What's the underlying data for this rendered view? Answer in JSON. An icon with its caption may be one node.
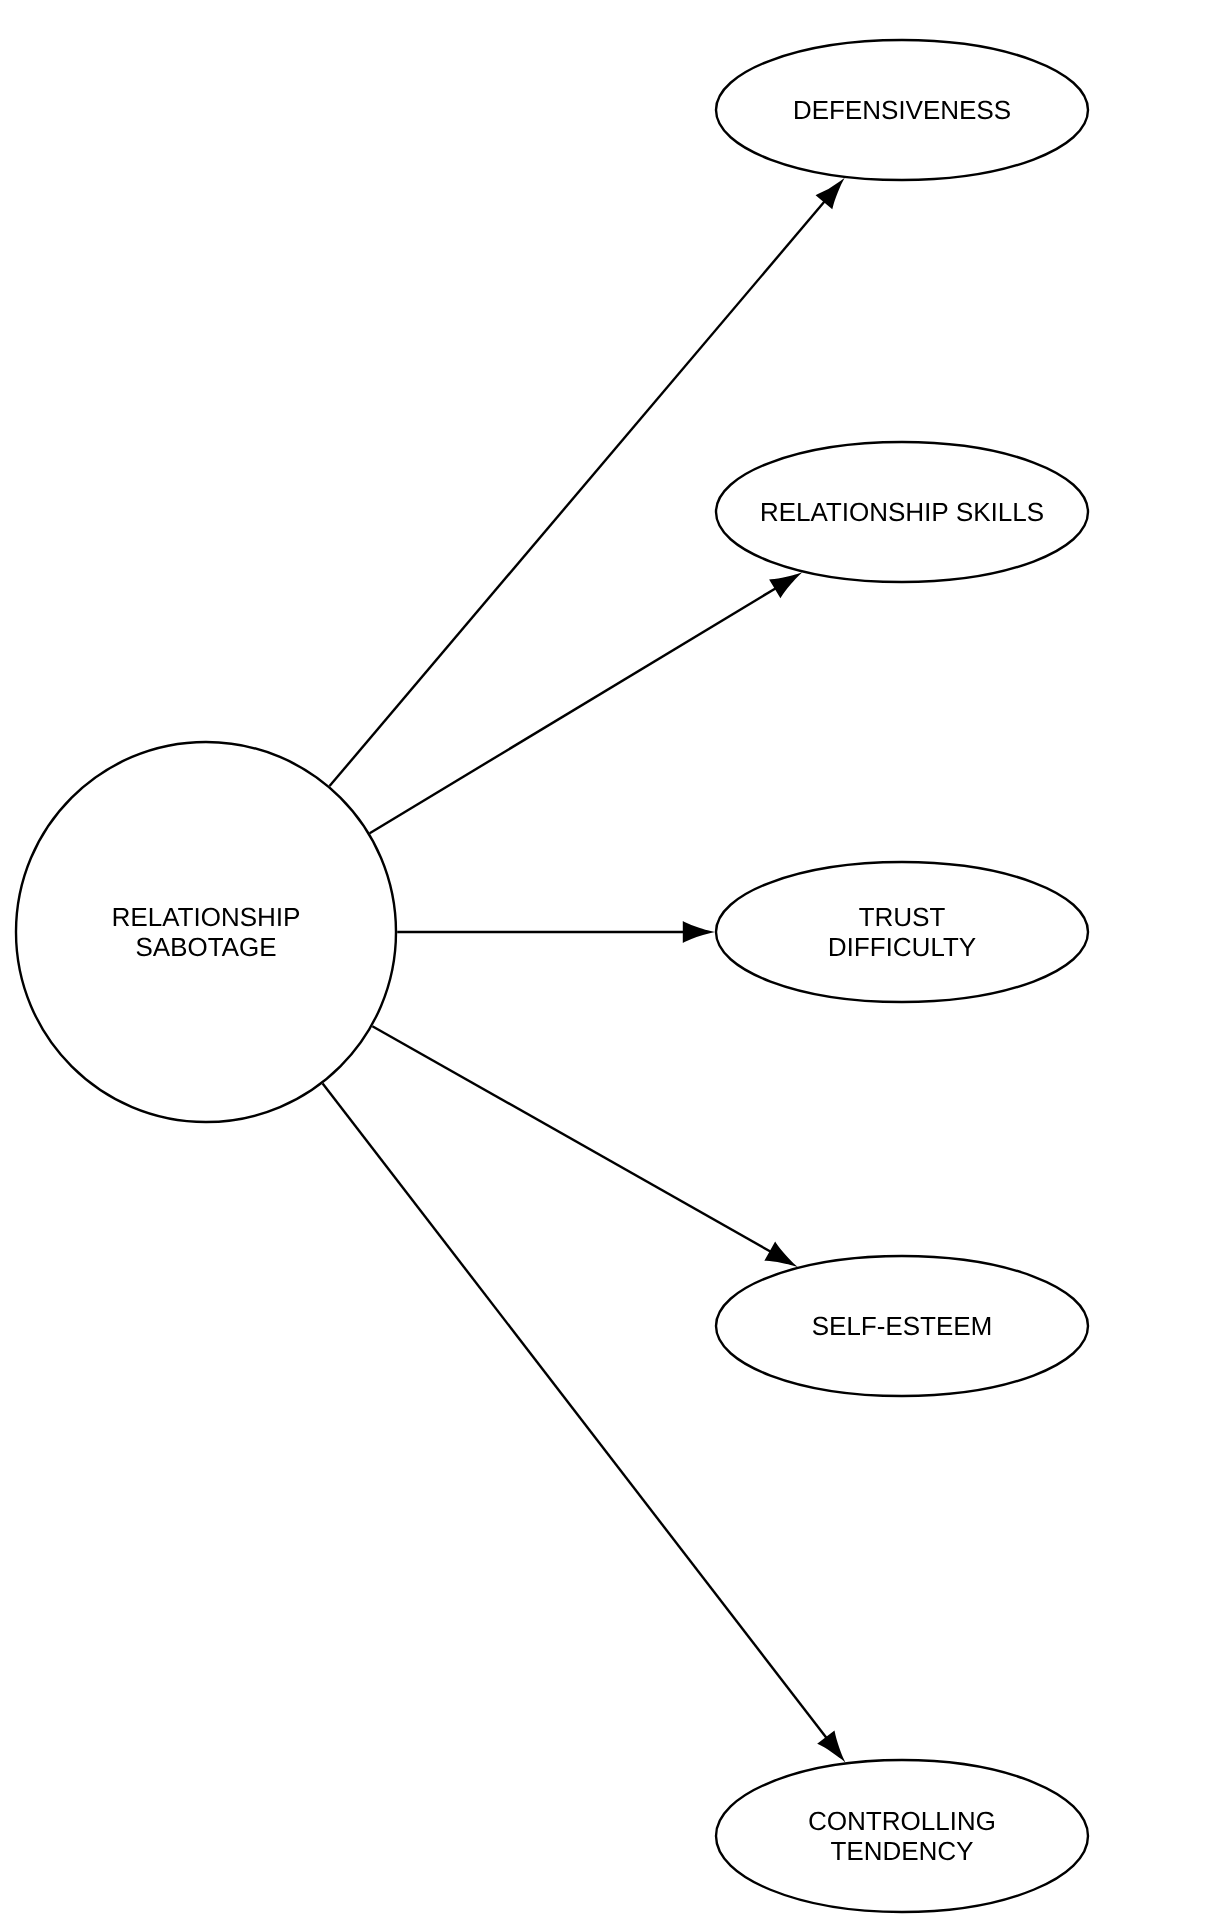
{
  "diagram": {
    "nodes": [
      {
        "text": [
          "RELATIONSHIP SABOTAGE"
        ]
      },
      {
        "text": [
          "DEFENSIVENESS"
        ]
      },
      {
        "text": [
          "RELATIONSHIP SKILLS"
        ]
      },
      {
        "text": [
          "TRUST DIFFICULTY"
        ]
      },
      {
        "text": [
          "SELF-ESTEEM"
        ]
      },
      {
        "text": [
          "CONTROLLING TENDENCY"
        ]
      }
    ],
    "edges": [
      {
        "from": 0,
        "to": 1,
        "arrow": "to"
      },
      {
        "from": 0,
        "to": 2,
        "arrow": "to"
      },
      {
        "from": 0,
        "to": 3,
        "arrow": "to"
      },
      {
        "from": 0,
        "to": 4,
        "arrow": "to"
      },
      {
        "from": 0,
        "to": 5,
        "arrow": "to"
      }
    ]
  }
}
